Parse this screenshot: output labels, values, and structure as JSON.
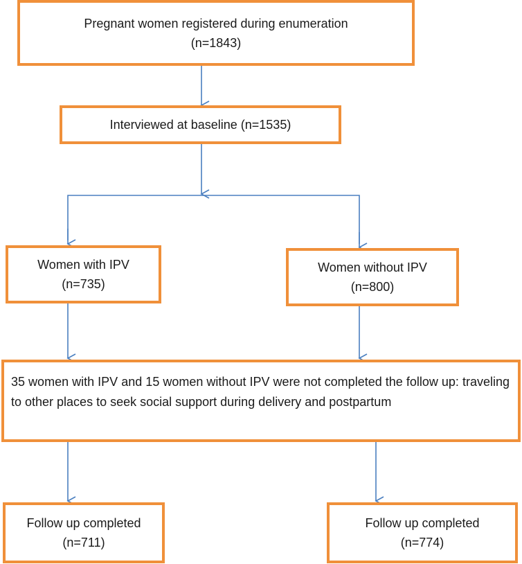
{
  "colors": {
    "box_border": "#f0903a",
    "arrow": "#4a7fc0"
  },
  "boxes": {
    "registered": {
      "title": "Pregnant women registered during enumeration",
      "count": "(n=1843)"
    },
    "baseline": {
      "title": "Interviewed at baseline (n=1535)"
    },
    "with_ipv": {
      "title": "Women with IPV",
      "count": "(n=735)"
    },
    "without_ipv": {
      "title": "Women without IPV",
      "count": "(n=800)"
    },
    "loss": {
      "text": "35 women with IPV and 15 women without IPV were not completed the follow up: traveling to other places to seek social support during delivery and postpartum"
    },
    "followup_ipv": {
      "title": "Follow up completed",
      "count": "(n=711)"
    },
    "followup_no_ipv": {
      "title": "Follow up completed",
      "count": "(n=774)"
    }
  }
}
